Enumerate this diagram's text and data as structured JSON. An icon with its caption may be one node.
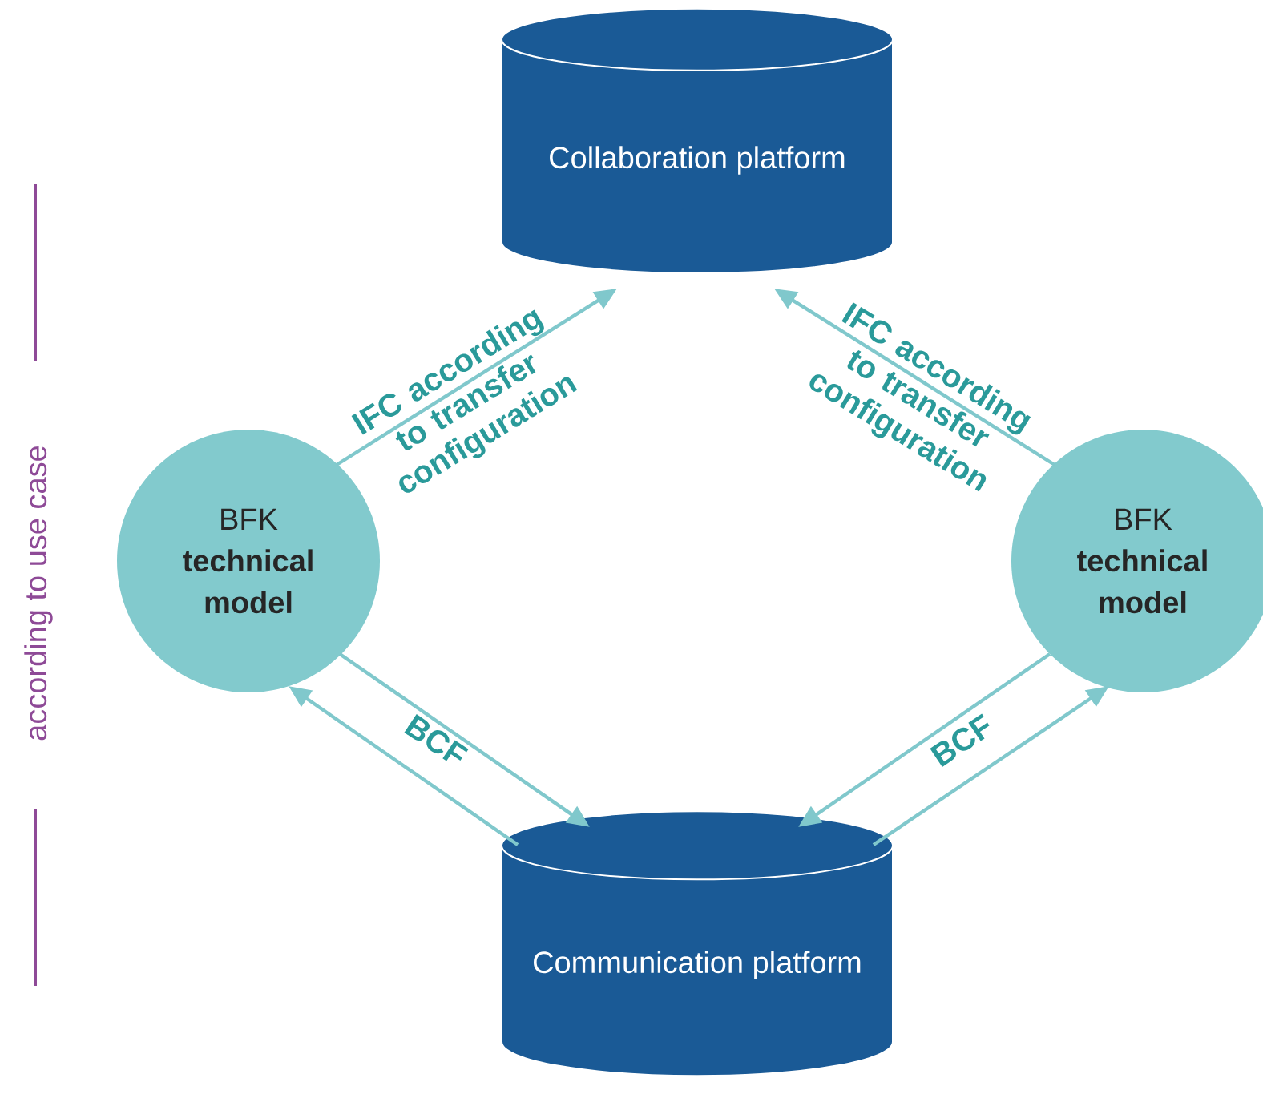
{
  "diagram": {
    "nodes": [
      {
        "text": [
          "Collaboration platform"
        ]
      },
      {
        "text": [
          "Communication platform"
        ]
      },
      {
        "text": [
          "BFK",
          "technical model"
        ]
      },
      {
        "text": [
          "BFK",
          "technical model"
        ]
      }
    ],
    "edges": [
      {
        "from": 2,
        "to": 0,
        "arrow": "to",
        "label": "IFC according to transfer configuration"
      },
      {
        "from": 3,
        "to": 0,
        "arrow": "to",
        "label": "IFC according to transfer configuration"
      },
      {
        "from": 2,
        "to": 1,
        "arrow": "to",
        "label": "BCF"
      },
      {
        "from": 1,
        "to": 2,
        "arrow": "to"
      },
      {
        "from": 3,
        "to": 1,
        "arrow": "to",
        "label": "BCF"
      },
      {
        "from": 1,
        "to": 3,
        "arrow": "to"
      }
    ],
    "labels": [
      "according to use case"
    ]
  }
}
